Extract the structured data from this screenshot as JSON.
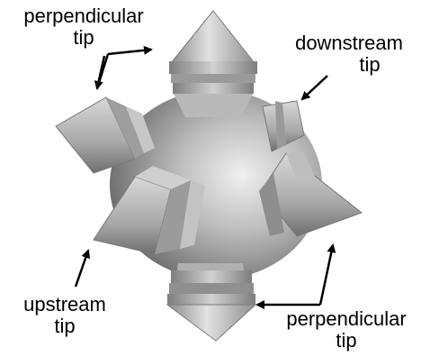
{
  "labels": {
    "perpendicular_top": {
      "line1": "perpendicular",
      "line2": "tip"
    },
    "downstream": {
      "line1": "downstream",
      "line2": "tip"
    },
    "upstream": {
      "line1": "upstream",
      "line2": "tip"
    },
    "perpendicular_bottom": {
      "line1": "perpendicular",
      "line2": "tip"
    }
  },
  "colors": {
    "background": "#ffffff",
    "text": "#000000",
    "arrow": "#000000",
    "surface_light": "#d9d9d9",
    "surface_mid": "#a9a9a9",
    "surface_dark": "#6e6e6e"
  },
  "icons": {
    "arrow": "arrow-icon",
    "crystal": "dendritic-crystal-illustration"
  }
}
